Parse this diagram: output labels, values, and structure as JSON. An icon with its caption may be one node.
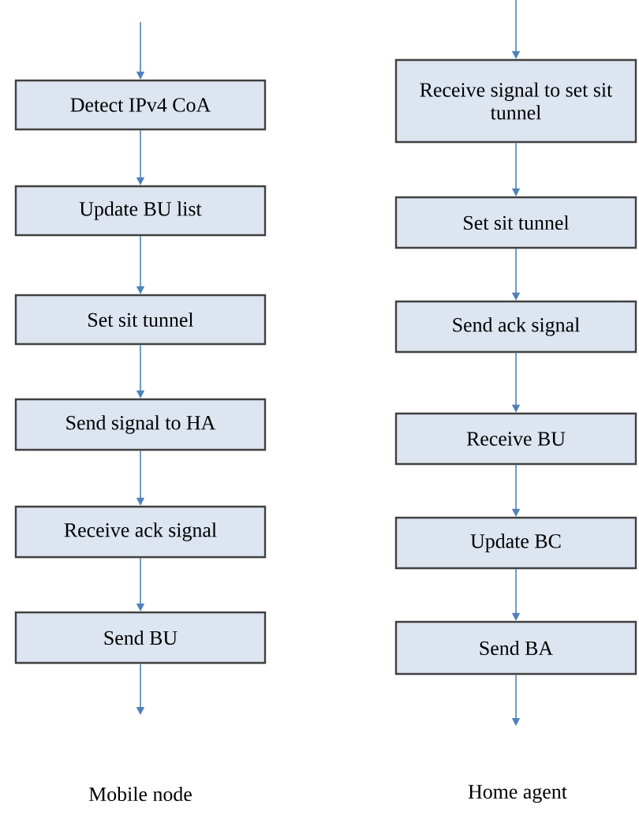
{
  "diagram": {
    "nodes": [
      {
        "text": [
          "Detect IPv4 CoA"
        ]
      },
      {
        "text": [
          "Update BU list"
        ]
      },
      {
        "text": [
          "Set sit tunnel"
        ]
      },
      {
        "text": [
          "Send signal to HA"
        ]
      },
      {
        "text": [
          "Receive ack signal"
        ]
      },
      {
        "text": [
          "Send BU"
        ]
      },
      {
        "text": [
          "Receive signal to set sit tunnel"
        ]
      },
      {
        "text": [
          "Set sit tunnel"
        ]
      },
      {
        "text": [
          "Send ack signal"
        ]
      },
      {
        "text": [
          "Receive BU"
        ]
      },
      {
        "text": [
          "Update BC"
        ]
      },
      {
        "text": [
          "Send BA"
        ]
      }
    ],
    "edges": [
      {
        "from": null,
        "to": 0,
        "arrow": "to"
      },
      {
        "from": 0,
        "to": 1,
        "arrow": "to"
      },
      {
        "from": 1,
        "to": 2,
        "arrow": "to"
      },
      {
        "from": 2,
        "to": 3,
        "arrow": "to"
      },
      {
        "from": 3,
        "to": 4,
        "arrow": "to"
      },
      {
        "from": 4,
        "to": 5,
        "arrow": "to"
      },
      {
        "from": 5,
        "to": null,
        "arrow": "to"
      },
      {
        "from": null,
        "to": 6,
        "arrow": "to"
      },
      {
        "from": 6,
        "to": 7,
        "arrow": "to"
      },
      {
        "from": 7,
        "to": 8,
        "arrow": "to"
      },
      {
        "from": 8,
        "to": 9,
        "arrow": "to"
      },
      {
        "from": 9,
        "to": 10,
        "arrow": "to"
      },
      {
        "from": 10,
        "to": 11,
        "arrow": "to"
      },
      {
        "from": 11,
        "to": null,
        "arrow": "to"
      }
    ],
    "labels": [
      "Mobile node",
      "Home agent"
    ]
  }
}
